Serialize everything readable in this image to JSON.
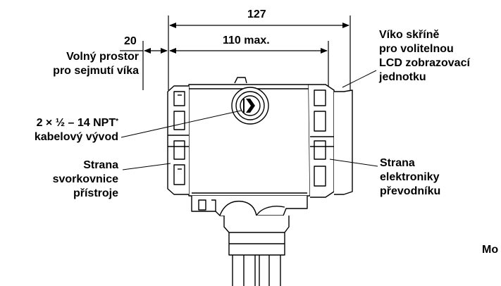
{
  "dimensions": {
    "overall": "127",
    "body_max": "110 max.",
    "clearance": "20"
  },
  "labels": {
    "clearance_line1": "Volný prostor",
    "clearance_line2": "pro sejmutí víka",
    "cover_line1": "Víko skříně",
    "cover_line2": "pro volitelnou",
    "cover_line3": "LCD zobrazovací",
    "cover_line4": "jednotku",
    "conduit_line1": "2 × ½ – 14 NPT",
    "conduit_note": "*",
    "conduit_line2": "kabelový vývod",
    "terminal_line1": "Strana",
    "terminal_line2": "svorkovnice",
    "terminal_line3": "přístroje",
    "electronics_line1": "Strana",
    "electronics_line2": "elektroniky",
    "electronics_line3": "převodníku",
    "cut_off": "Mo"
  }
}
